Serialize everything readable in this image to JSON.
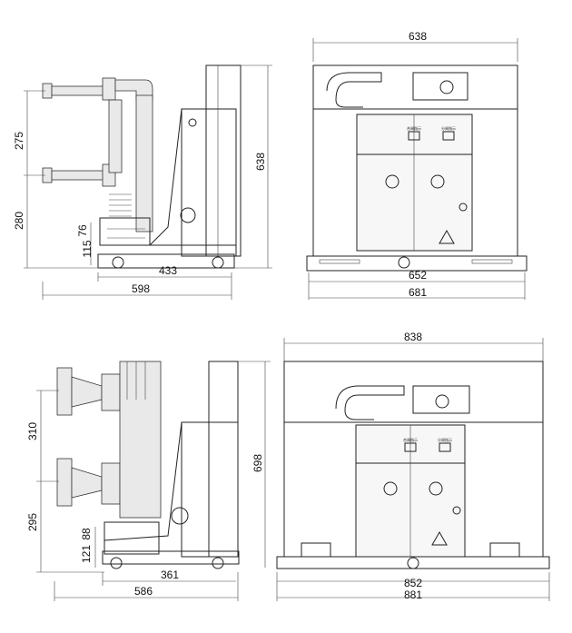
{
  "top": {
    "side": {
      "d275": "275",
      "d280": "280",
      "d76": "76",
      "d115": "115",
      "d433": "433",
      "d598": "598",
      "d638v": "638"
    },
    "front": {
      "d638": "638",
      "d652": "652",
      "d681": "681"
    }
  },
  "bottom": {
    "side": {
      "d310": "310",
      "d295": "295",
      "d88": "88",
      "d121": "121",
      "d361": "361",
      "d586": "586",
      "d698v": "698"
    },
    "front": {
      "d838": "838",
      "d852": "852",
      "d881": "881"
    }
  }
}
